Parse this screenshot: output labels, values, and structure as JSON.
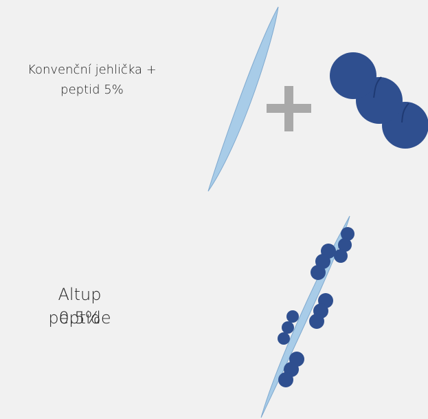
{
  "top_panel": {
    "label_line1": "Konvenční jehlička +",
    "label_line2": "peptid 5%",
    "plus_symbol": "+",
    "icons": {
      "needle": "needle-icon",
      "plus": "plus-icon",
      "peptide": "peptide-cluster-icon"
    }
  },
  "bottom_panel": {
    "label_line1": "Altup",
    "label_line2a": "peptide",
    "label_line2b": "0.5%",
    "icons": {
      "needle": "coated-needle-icon",
      "peptide": "peptide-coating-icon"
    }
  },
  "colors": {
    "background": "#f1f1f1",
    "needle_fill": "#a8cce8",
    "needle_stroke": "#7fa9cf",
    "peptide": "#2f4f8f",
    "peptide_dark": "#1f3a73",
    "plus": "#a9a9a9"
  }
}
